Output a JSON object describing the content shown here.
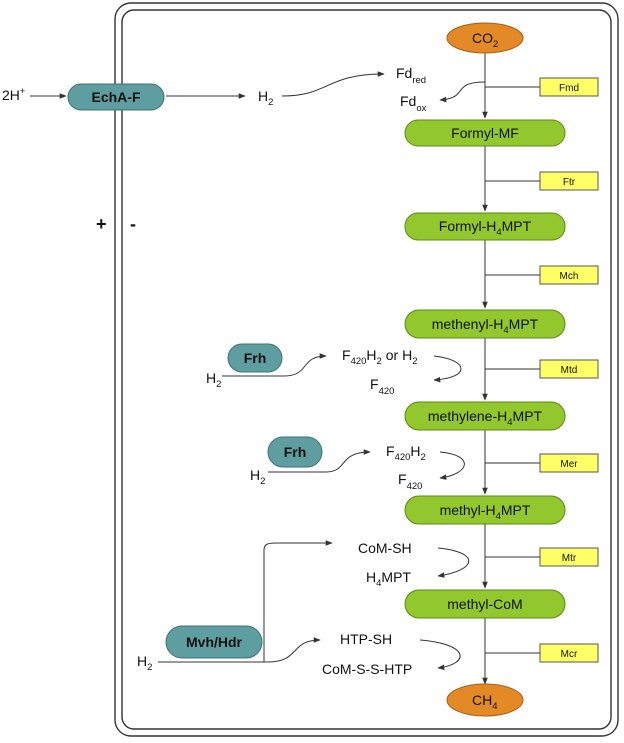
{
  "colors": {
    "green": "#92c72e",
    "green_stroke": "#5c8a12",
    "orange": "#e38a27",
    "orange_stroke": "#a85d10",
    "teal": "#5f9ea0",
    "teal_stroke": "#3d7374",
    "yellow": "#ffff66",
    "line": "#333333"
  },
  "membrane": {
    "plus": "+",
    "minus": "-"
  },
  "proton": {
    "base": "2H",
    "sup": "+"
  },
  "echa": {
    "label": "EchA-F"
  },
  "h2_top": {
    "base": "H",
    "sub": "2"
  },
  "fd_red": {
    "base": "Fd",
    "sub": "red"
  },
  "fd_ox": {
    "base": "Fd",
    "sub": "ox"
  },
  "substrate_top": {
    "base": "CO",
    "sub": "2"
  },
  "product_bottom": {
    "base": "CH",
    "sub": "4"
  },
  "intermediates": {
    "formyl_mf": "Formyl-MF",
    "formyl_h4mpt": {
      "a": "Formyl-H",
      "sub": "4",
      "b": "MPT"
    },
    "methenyl": {
      "a": "methenyl-H",
      "sub": "4",
      "b": "MPT"
    },
    "methylene": {
      "a": "methylene-H",
      "sub": "4",
      "b": "MPT"
    },
    "methyl_h4mpt": {
      "a": "methyl-H",
      "sub": "4",
      "b": "MPT"
    },
    "methyl_com": "methyl-CoM"
  },
  "enzymes": [
    "Fmd",
    "Ftr",
    "Mch",
    "Mtd",
    "Mer",
    "Mtr",
    "Mcr"
  ],
  "frh1": {
    "label": "Frh",
    "h2": {
      "base": "H",
      "sub": "2"
    },
    "product": {
      "a": "F",
      "s1": "420",
      "b": "H",
      "s2": "2",
      "c": " or H",
      "s3": "2"
    },
    "f420": {
      "base": "F",
      "sub": "420"
    }
  },
  "frh2": {
    "label": "Frh",
    "h2": {
      "base": "H",
      "sub": "2"
    },
    "product": {
      "a": "F",
      "s1": "420",
      "b": "H",
      "s2": "2"
    },
    "f420": {
      "base": "F",
      "sub": "420"
    }
  },
  "mtr_side": {
    "com_sh": "CoM-SH",
    "h4mpt": {
      "a": "H",
      "sub": "4",
      "b": "MPT"
    }
  },
  "mvh": {
    "label": "Mvh/Hdr",
    "h2": {
      "base": "H",
      "sub": "2"
    },
    "htp_sh": "HTP-SH",
    "com_s_s_htp": "CoM-S-S-HTP"
  }
}
